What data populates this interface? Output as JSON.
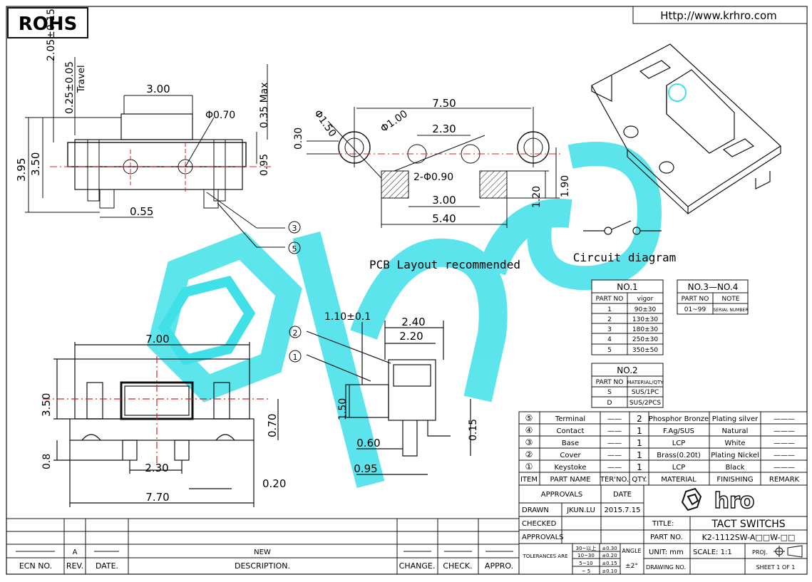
{
  "header": {
    "rohs": "ROHS",
    "website": "Http://www.krhro.com"
  },
  "side_view": {
    "dims": {
      "d_205": "2.05±0.15",
      "d_025": "0.25±0.05",
      "travel": "Travel",
      "d_300": "3.00",
      "d_phi070": "Φ0.70",
      "d_035max": "0.35 Max",
      "d_395": "3.95",
      "d_350": "3.50",
      "d_095": "0.95",
      "d_055": "0.55"
    },
    "callouts": [
      "③",
      "⑤"
    ]
  },
  "pcb": {
    "title": "PCB Layout recommended",
    "dims": {
      "d_750": "7.50",
      "d_030": "0.30",
      "d_phi150": "Φ1.50",
      "d_phi100": "Φ1.00",
      "d_230": "2.30",
      "d_2phi090": "2-Φ0.90",
      "d_120": "1.20",
      "d_190": "1.90",
      "d_300": "3.00",
      "d_540": "5.40"
    }
  },
  "circuit": {
    "title": "Circuit diagram"
  },
  "front_view": {
    "dims": {
      "d_700": "7.00",
      "d_350": "3.50",
      "d_070": "0.70",
      "d_08": "0.8",
      "d_230": "2.30",
      "d_020": "0.20",
      "d_770": "7.70"
    }
  },
  "end_view": {
    "dims": {
      "d_110": "1.10±0.1",
      "d_240": "2.40",
      "d_220": "2.20",
      "d_150": "1.50",
      "d_015": "0.15",
      "d_060": "0.60",
      "d_095": "0.95"
    },
    "callouts": [
      "②",
      "①"
    ]
  },
  "table_no1": {
    "title": "NO.1",
    "headers": [
      "PART NO",
      "vigor"
    ],
    "rows": [
      [
        "1",
        "90±30"
      ],
      [
        "2",
        "130±30"
      ],
      [
        "3",
        "180±30"
      ],
      [
        "4",
        "250±30"
      ],
      [
        "5",
        "350±50"
      ]
    ]
  },
  "table_no34": {
    "title": "NO.3—NO.4",
    "headers": [
      "PART NO",
      "NOTE"
    ],
    "rows": [
      [
        "01~99",
        "SERIAL NUMBER"
      ]
    ]
  },
  "table_no2": {
    "title": "NO.2",
    "headers": [
      "PART NO",
      "MATERIAL/QTY"
    ],
    "rows": [
      [
        "S",
        "SUS/1PC"
      ],
      [
        "D",
        "SUS/2PCS"
      ]
    ]
  },
  "bom": {
    "rows": [
      [
        "⑤",
        "Terminal",
        "——",
        "2",
        "Phosphor Bronze",
        "Plating silver",
        "———"
      ],
      [
        "④",
        "Contact",
        "——",
        "1",
        "F.Ag/SUS",
        "Natural",
        "———"
      ],
      [
        "③",
        "Base",
        "——",
        "1",
        "LCP",
        "White",
        "———"
      ],
      [
        "②",
        "Cover",
        "——",
        "1",
        "Brass(0.20t)",
        "Plating Nickel",
        "———"
      ],
      [
        "①",
        "Keystoke",
        "——",
        "1",
        "LCP",
        "Black",
        "———"
      ]
    ],
    "headers": [
      "ITEM",
      "PART NAME",
      "TER'NO.",
      "QTY.",
      "MATERIAL",
      "FINISHING",
      "REMARK"
    ]
  },
  "title_block": {
    "approvals": "APPROVALS",
    "date": "DATE",
    "drawn": "DRAWN",
    "drawn_by": "JKUN.LU",
    "drawn_date": "2015.7.15",
    "checked": "CHECKED",
    "approvals2": "APPROVALS",
    "title_label": "TITLE:",
    "title_value": "TACT SWITCHS",
    "part_no_label": "PART NO.",
    "part_no_value": "K2-1112SW-A□□W-□□",
    "tolerances": "TOLERANCES ARE",
    "tol_ranges": [
      "30~以上",
      "10~30",
      "5~10",
      "~ 5"
    ],
    "tol_values": [
      "±0.30",
      "±0.20",
      "±0.15",
      "±0.10"
    ],
    "angle": "ANGLE",
    "angle_value": "±2°",
    "unit": "UNIT: mm",
    "scale": "SCALE:  1:1",
    "proj": "PROJ.",
    "drawing_no": "DRAWING NO.",
    "sheet": "SHEET  1 OF 1",
    "logo": "hro"
  },
  "revision_block": {
    "rev": "A",
    "description": "NEW",
    "headers": [
      "ECN NO.",
      "REV.",
      "DATE.",
      "DESCRIPTION.",
      "CHANGE.",
      "CHECK.",
      "APPRO."
    ]
  }
}
